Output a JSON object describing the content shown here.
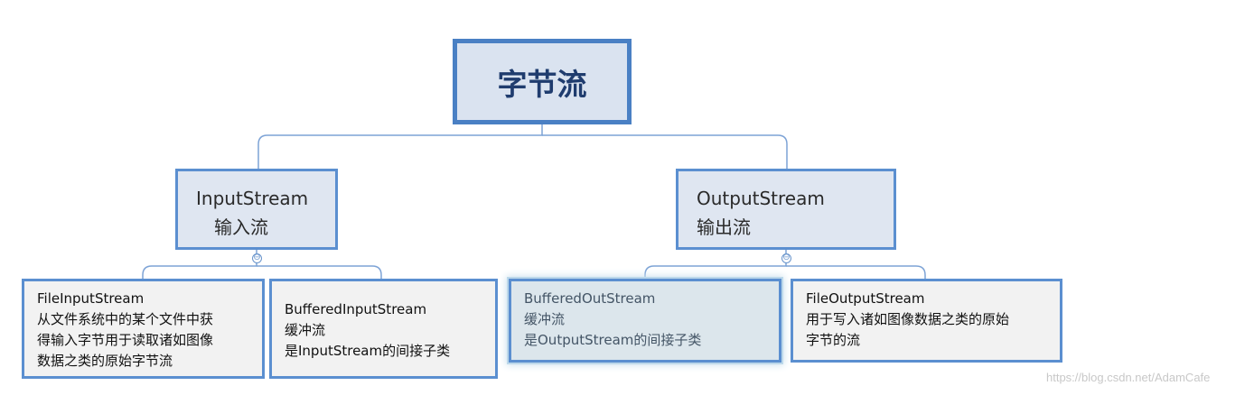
{
  "root": {
    "label": "字节流"
  },
  "input": {
    "title": "InputStream",
    "subtitle": "输入流",
    "children": [
      {
        "lines": [
          "FileInputStream",
          "从文件系统中的某个文件中获",
          "得输入字节用于读取诸如图像",
          "数据之类的原始字节流"
        ]
      },
      {
        "lines": [
          "BufferedInputStream",
          "缓冲流",
          "是InputStream的间接子类"
        ]
      }
    ]
  },
  "output": {
    "title": "OutputStream",
    "subtitle": "输出流",
    "children": [
      {
        "lines": [
          "BufferedOutStream",
          "缓冲流",
          "是OutputStream的间接子类"
        ]
      },
      {
        "lines": [
          "FileOutputStream",
          "用于写入诸如图像数据之类的原始",
          "字节的流"
        ]
      }
    ]
  },
  "collapse_symbol": "⊖",
  "watermark": "https://blog.csdn.net/AdamCafe",
  "colors": {
    "border": "#5b8fd0",
    "node_fill": "#dfe6f1",
    "leaf_fill": "#f2f2f2",
    "highlight_fill": "#dce6ec"
  }
}
